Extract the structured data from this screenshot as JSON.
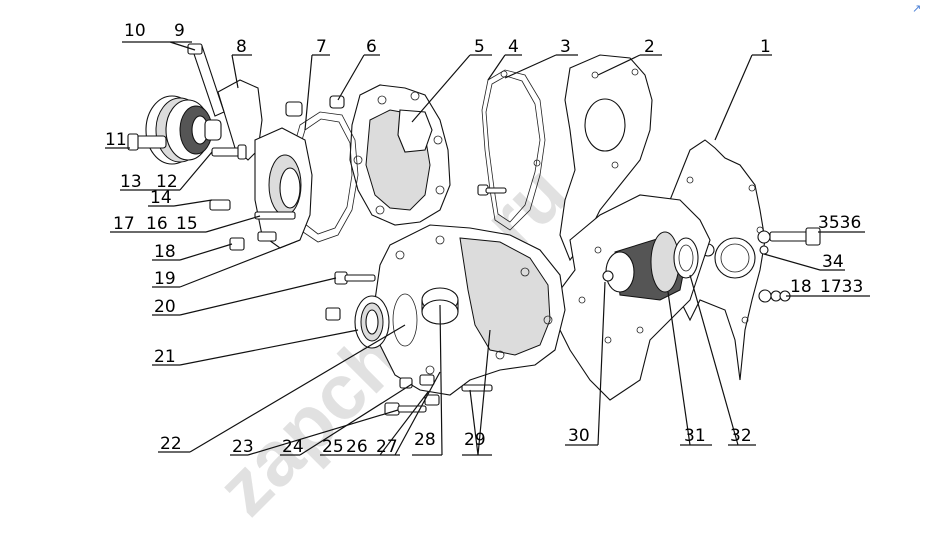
{
  "watermark": "zapchasti.ru",
  "corner_mark": "↗",
  "callouts": [
    {
      "id": "c1",
      "text": "1"
    },
    {
      "id": "c2",
      "text": "2"
    },
    {
      "id": "c3",
      "text": "3"
    },
    {
      "id": "c4",
      "text": "4"
    },
    {
      "id": "c5",
      "text": "5"
    },
    {
      "id": "c6",
      "text": "6"
    },
    {
      "id": "c7",
      "text": "7"
    },
    {
      "id": "c8",
      "text": "8"
    },
    {
      "id": "c9",
      "text": "9"
    },
    {
      "id": "c10",
      "text": "10"
    },
    {
      "id": "c11",
      "text": "11"
    },
    {
      "id": "c12",
      "text": "12"
    },
    {
      "id": "c13",
      "text": "13"
    },
    {
      "id": "c14",
      "text": "14"
    },
    {
      "id": "c15",
      "text": "15"
    },
    {
      "id": "c16",
      "text": "16"
    },
    {
      "id": "c17",
      "text": "17"
    },
    {
      "id": "c18a",
      "text": "18"
    },
    {
      "id": "c19",
      "text": "19"
    },
    {
      "id": "c20",
      "text": "20"
    },
    {
      "id": "c21",
      "text": "21"
    },
    {
      "id": "c22",
      "text": "22"
    },
    {
      "id": "c23",
      "text": "23"
    },
    {
      "id": "c24",
      "text": "24"
    },
    {
      "id": "c25",
      "text": "25"
    },
    {
      "id": "c26",
      "text": "26"
    },
    {
      "id": "c27",
      "text": "27"
    },
    {
      "id": "c28",
      "text": "28"
    },
    {
      "id": "c29",
      "text": "29"
    },
    {
      "id": "c30",
      "text": "30"
    },
    {
      "id": "c31",
      "text": "31"
    },
    {
      "id": "c32",
      "text": "32"
    },
    {
      "id": "c3536",
      "text": "3536"
    },
    {
      "id": "c34",
      "text": "34"
    },
    {
      "id": "c18b",
      "text": "18"
    },
    {
      "id": "c1733",
      "text": "1733"
    }
  ]
}
